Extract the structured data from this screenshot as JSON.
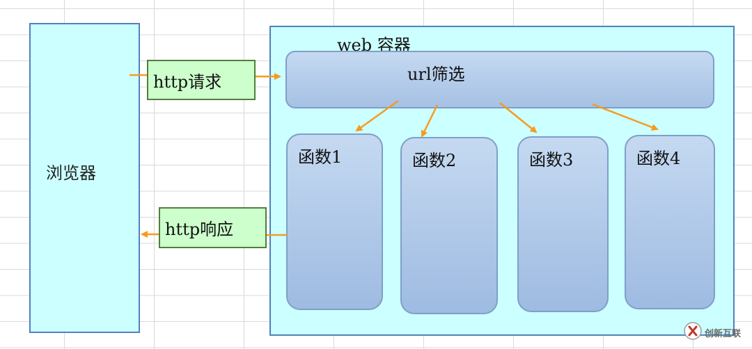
{
  "browser": {
    "label": "浏览器"
  },
  "container": {
    "label": "web 容器"
  },
  "request": {
    "label": "http请求"
  },
  "response": {
    "label": "http响应"
  },
  "url_filter": {
    "label": "url筛选"
  },
  "functions": [
    {
      "label": "函数1"
    },
    {
      "label": "函数2"
    },
    {
      "label": "函数3"
    },
    {
      "label": "函数4"
    }
  ],
  "watermark": {
    "text": "创新互联",
    "logo_icon": "x-logo-icon"
  },
  "colors": {
    "box_fill": "#ccffff",
    "box_border": "#4f81bd",
    "label_fill": "#ccffcc",
    "label_border": "#4f7f3a",
    "node_fill": "#b8cfec",
    "node_border": "#7e9fc8",
    "arrow": "#f79a1e"
  }
}
